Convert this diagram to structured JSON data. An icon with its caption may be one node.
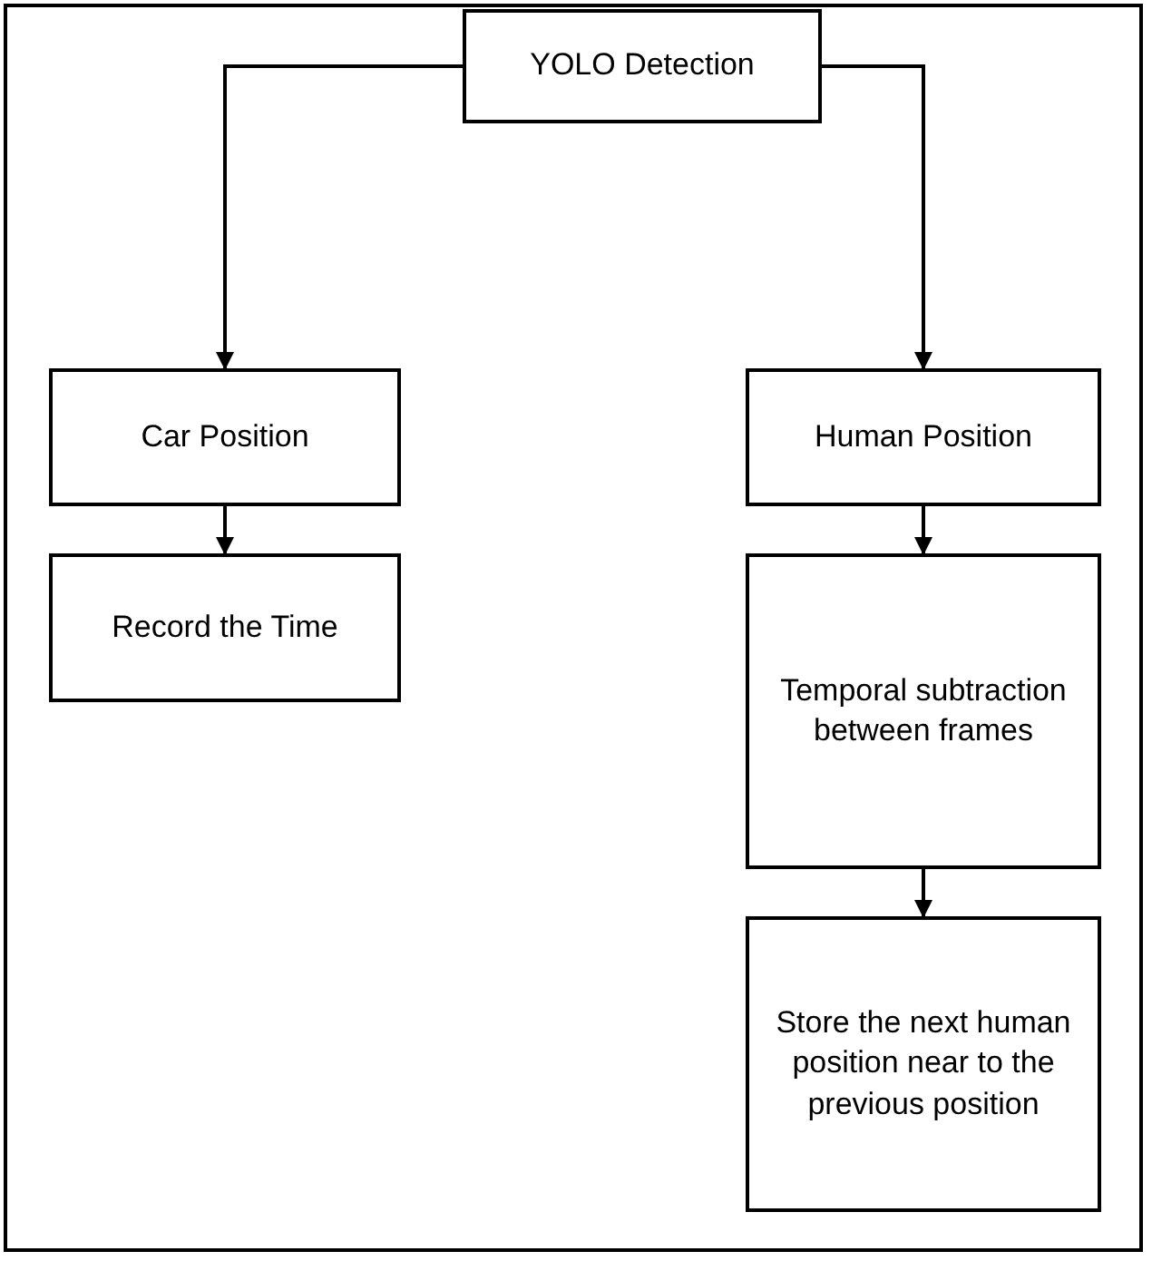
{
  "diagram": {
    "nodes": [
      {
        "text": [
          "YOLO Detection"
        ]
      },
      {
        "text": [
          "Car Position"
        ]
      },
      {
        "text": [
          "Human Position"
        ]
      },
      {
        "text": [
          "Record the Time"
        ]
      },
      {
        "text": [
          "Temporal subtraction between frames"
        ]
      },
      {
        "text": [
          "Store the next human position near to the previous position"
        ]
      }
    ],
    "edges": [
      {
        "from": 0,
        "to": 1,
        "arrow": "to"
      },
      {
        "from": 0,
        "to": 2,
        "arrow": "to"
      },
      {
        "from": 1,
        "to": 3,
        "arrow": "to"
      },
      {
        "from": 2,
        "to": 4,
        "arrow": "to"
      },
      {
        "from": 4,
        "to": 5,
        "arrow": "to"
      }
    ]
  }
}
